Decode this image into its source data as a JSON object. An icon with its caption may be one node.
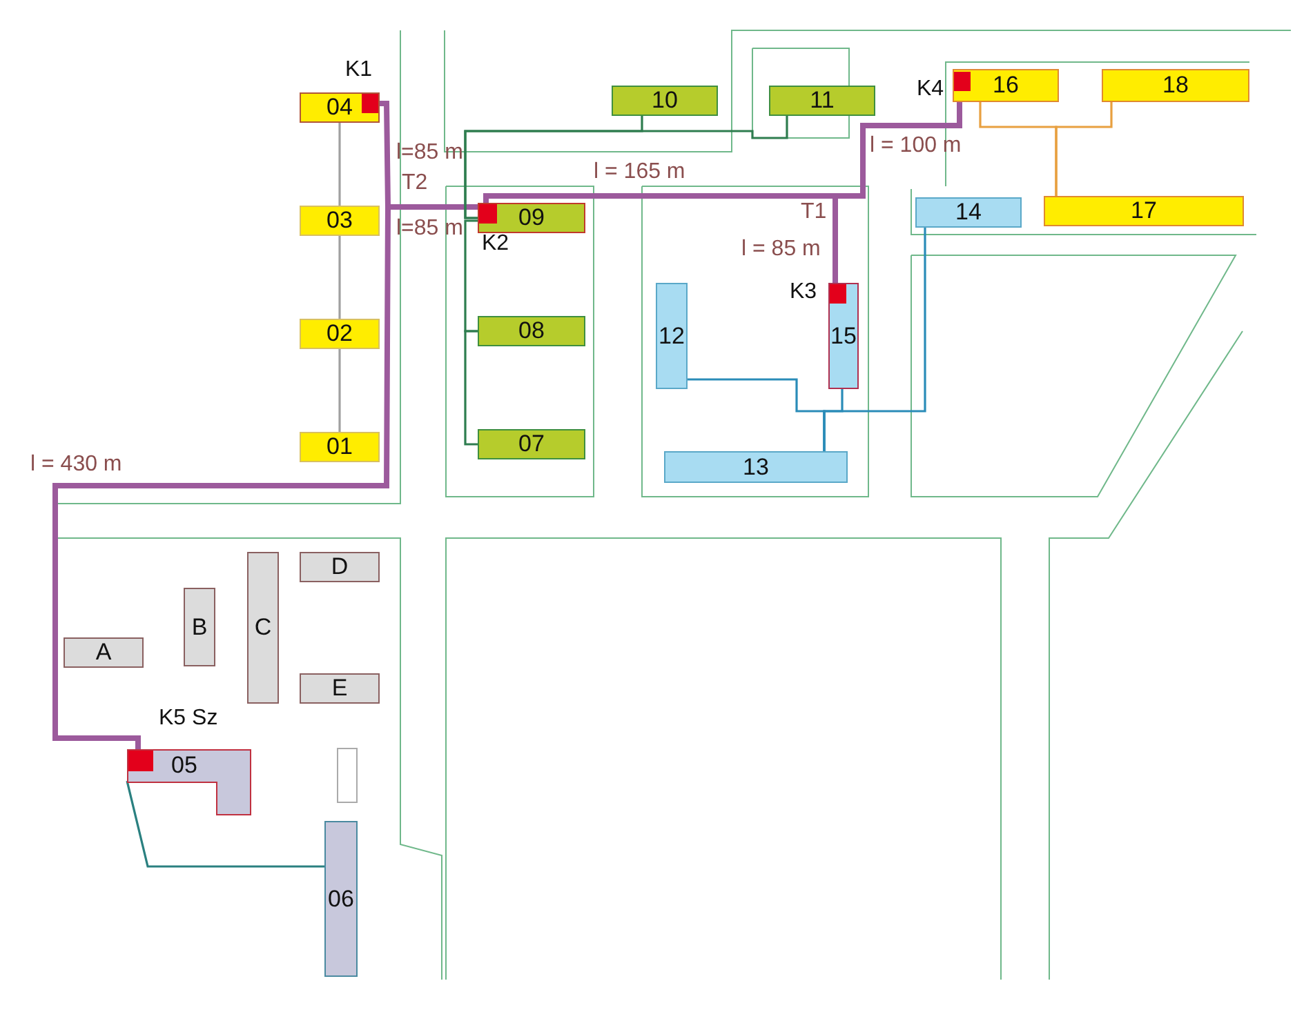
{
  "diagram": {
    "nodes": [
      {
        "text": [],
        "shape": "box",
        "in": 1
      },
      {
        "text": [
          "04"
        ]
      },
      {
        "text": [
          "10"
        ]
      },
      {
        "text": [
          "11"
        ]
      },
      {
        "text": [],
        "shape": "box",
        "in": 5
      },
      {
        "text": [
          "16"
        ]
      },
      {
        "text": [
          "18"
        ]
      },
      {
        "text": [
          "T2"
        ]
      },
      {
        "text": [
          "03"
        ]
      },
      {
        "text": [],
        "shape": "box",
        "in": 10
      },
      {
        "text": [
          "09"
        ]
      },
      {
        "text": [
          "T1"
        ]
      },
      {
        "text": [
          "14"
        ]
      },
      {
        "text": [
          "17"
        ]
      },
      {
        "text": [],
        "shape": "box",
        "in": 16
      },
      {
        "text": [
          "12"
        ]
      },
      {
        "text": [
          "15"
        ]
      },
      {
        "text": [
          "02"
        ]
      },
      {
        "text": [
          "08"
        ]
      },
      {
        "text": [
          "01"
        ]
      },
      {
        "text": [
          "07"
        ]
      },
      {
        "text": [
          "13"
        ]
      },
      {
        "text": [
          "D"
        ]
      },
      {
        "text": [
          "C"
        ]
      },
      {
        "text": [
          "B"
        ]
      },
      {
        "text": [
          "A"
        ]
      },
      {
        "text": [
          "E"
        ]
      },
      {
        "text": [],
        "shape": "box",
        "in": 28
      },
      {
        "text": [
          "05"
        ]
      },
      {
        "text": [],
        "shape": "box"
      },
      {
        "text": [
          "06"
        ]
      }
    ],
    "edges": [
      {
        "from": 27,
        "to": 7,
        "arrow": "none",
        "label": "l = 430 m",
        "style": "thick",
        "color": "#9c5a9c"
      },
      {
        "from": 7,
        "to": 0,
        "arrow": "none",
        "label": "l=85 m",
        "style": "thick",
        "color": "#9c5a9c"
      },
      {
        "from": 7,
        "to": 9,
        "arrow": "none",
        "label": "l=85 m",
        "style": "thick",
        "color": "#9c5a9c"
      },
      {
        "from": 9,
        "to": 11,
        "arrow": "none",
        "label": "l = 165 m",
        "style": "thick",
        "color": "#9c5a9c"
      },
      {
        "from": 11,
        "to": 4,
        "arrow": "none",
        "label": "l = 100 m",
        "style": "thick",
        "color": "#9c5a9c"
      },
      {
        "from": 11,
        "to": 14,
        "arrow": "none",
        "label": "l = 85 m",
        "style": "thick",
        "color": "#9c5a9c"
      },
      {
        "from": 1,
        "to": 8,
        "arrow": "none",
        "color": "#a0a0a0"
      },
      {
        "from": 8,
        "to": 17,
        "arrow": "none",
        "color": "#a0a0a0"
      },
      {
        "from": 17,
        "to": 19,
        "arrow": "none",
        "color": "#a0a0a0"
      },
      {
        "from": 2,
        "to": 10,
        "arrow": "none",
        "color": "#2e7d4f"
      },
      {
        "from": 3,
        "to": 10,
        "arrow": "none",
        "color": "#2e7d4f"
      },
      {
        "from": 10,
        "to": 18,
        "arrow": "none",
        "color": "#2e7d4f"
      },
      {
        "from": 18,
        "to": 20,
        "arrow": "none",
        "color": "#2e7d4f"
      },
      {
        "from": 15,
        "to": 21,
        "arrow": "none",
        "color": "#2a8cb8"
      },
      {
        "from": 16,
        "to": 21,
        "arrow": "none",
        "color": "#2a8cb8"
      },
      {
        "from": 12,
        "to": 21,
        "arrow": "none",
        "color": "#2a8cb8"
      },
      {
        "from": 5,
        "to": 13,
        "arrow": "none",
        "color": "#e8a040"
      },
      {
        "from": 6,
        "to": 13,
        "arrow": "none",
        "color": "#e8a040"
      },
      {
        "from": 28,
        "to": 30,
        "arrow": "none",
        "color": "#2a8080"
      }
    ],
    "labels": [
      "K1",
      "K4",
      "K2",
      "K3",
      "K5 Sz"
    ]
  }
}
